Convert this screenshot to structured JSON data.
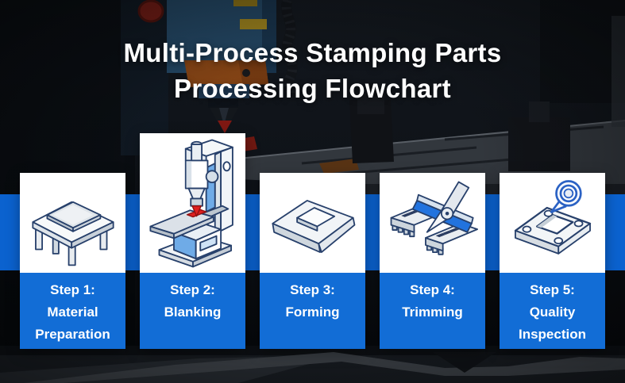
{
  "title": {
    "line1": "Multi-Process Stamping Parts",
    "line2": "Processing Flowchart"
  },
  "steps": [
    {
      "step": "Step 1:",
      "name": "Material Preparation",
      "icon": "worktable-with-sheet-icon"
    },
    {
      "step": "Step 2:",
      "name": "Blanking",
      "icon": "stamping-press-icon"
    },
    {
      "step": "Step 3:",
      "name": "Forming",
      "icon": "formed-part-icon"
    },
    {
      "step": "Step 4:",
      "name": "Trimming",
      "icon": "trimming-cutters-icon"
    },
    {
      "step": "Step 5:",
      "name": "Quality Inspection",
      "icon": "inspection-plate-loupe-icon"
    }
  ],
  "colors": {
    "band_blue": "#0b62cf",
    "label_blue": "#126dd6",
    "card_white": "#ffffff",
    "highlight_red": "#df1f1f",
    "illustration_blue": "#2273de",
    "illustration_light_blue": "#6fabe7",
    "loupe_blue": "#2b62c4",
    "outline_navy": "#27406b"
  }
}
